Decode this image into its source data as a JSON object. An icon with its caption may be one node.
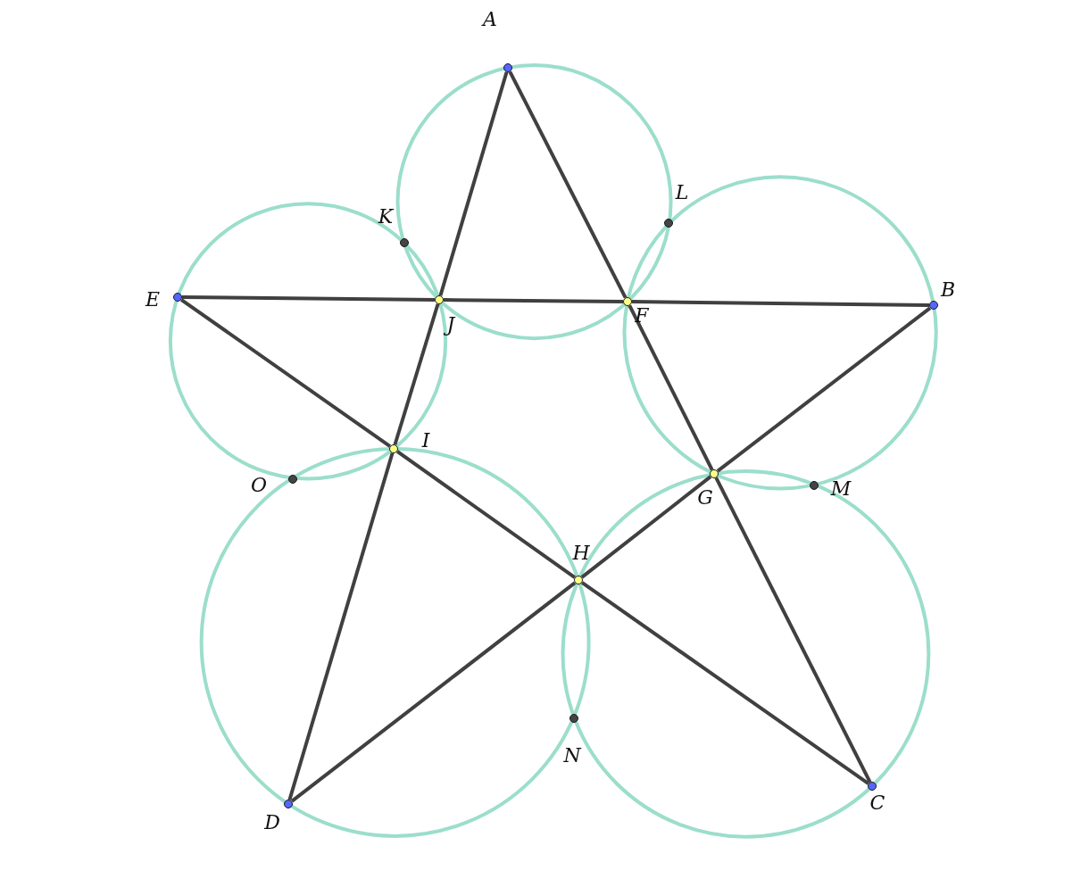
{
  "diagram": {
    "nodes": [
      {
        "text": [],
        "shape": "circle",
        "beside": [
          "A"
        ]
      },
      {
        "text": [],
        "shape": "circle",
        "beside": [
          "B"
        ]
      },
      {
        "text": [],
        "shape": "circle",
        "beside": [
          "C"
        ]
      },
      {
        "text": [],
        "shape": "circle",
        "beside": [
          "D"
        ]
      },
      {
        "text": [],
        "shape": "circle",
        "beside": [
          "E"
        ]
      },
      {
        "text": [],
        "shape": "circle",
        "beside": [
          "F"
        ]
      },
      {
        "text": [],
        "shape": "circle",
        "beside": [
          "G"
        ]
      },
      {
        "text": [],
        "shape": "circle",
        "beside": [
          "H"
        ]
      },
      {
        "text": [],
        "shape": "circle",
        "beside": [
          "I"
        ]
      },
      {
        "text": [],
        "shape": "circle",
        "beside": [
          "J"
        ]
      },
      {
        "text": [],
        "shape": "circle",
        "beside": [
          "K"
        ]
      },
      {
        "text": [],
        "shape": "circle",
        "beside": [
          "L"
        ]
      },
      {
        "text": [],
        "shape": "circle",
        "beside": [
          "M"
        ]
      },
      {
        "text": [],
        "shape": "circle",
        "beside": [
          "N"
        ]
      },
      {
        "text": [],
        "shape": "circle",
        "beside": [
          "O"
        ]
      }
    ],
    "edges": [
      {
        "from": 0,
        "to": 9,
        "arrow": "none"
      },
      {
        "from": 9,
        "to": 8,
        "arrow": "none"
      },
      {
        "from": 8,
        "to": 3,
        "arrow": "none"
      },
      {
        "from": 0,
        "to": 5,
        "arrow": "none"
      },
      {
        "from": 5,
        "to": 6,
        "arrow": "none"
      },
      {
        "from": 6,
        "to": 2,
        "arrow": "none"
      },
      {
        "from": 4,
        "to": 9,
        "arrow": "none"
      },
      {
        "from": 9,
        "to": 5,
        "arrow": "none"
      },
      {
        "from": 5,
        "to": 1,
        "arrow": "none"
      },
      {
        "from": 4,
        "to": 8,
        "arrow": "none"
      },
      {
        "from": 8,
        "to": 7,
        "arrow": "none"
      },
      {
        "from": 7,
        "to": 2,
        "arrow": "none"
      },
      {
        "from": 3,
        "to": 7,
        "arrow": "none"
      },
      {
        "from": 7,
        "to": 6,
        "arrow": "none"
      },
      {
        "from": 6,
        "to": 1,
        "arrow": "none"
      }
    ]
  }
}
